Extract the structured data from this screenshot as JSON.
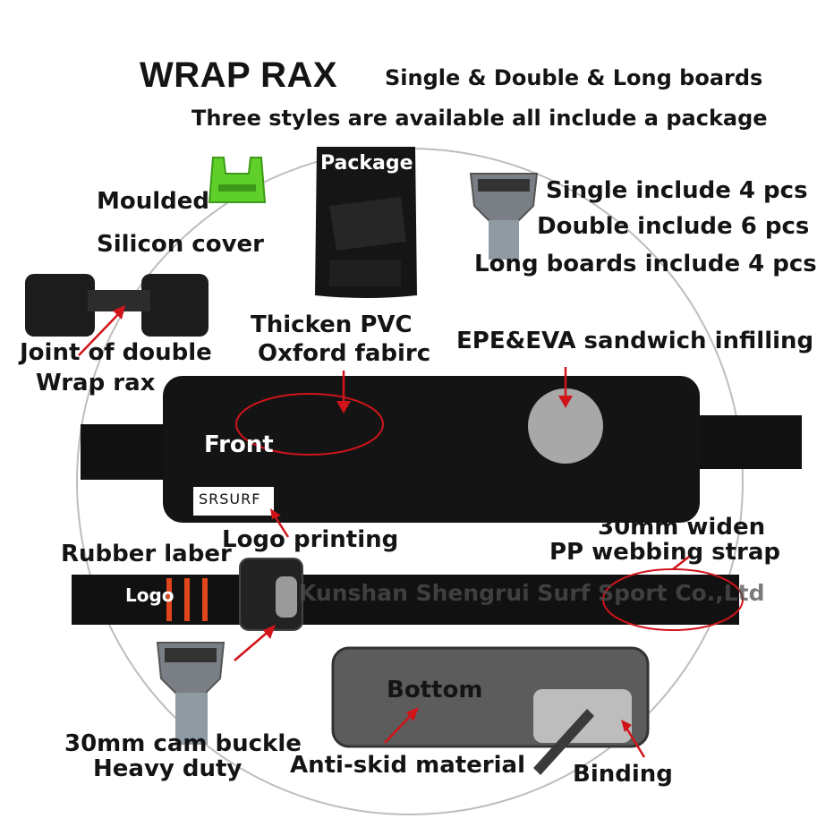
{
  "title": "WRAP RAX",
  "subtitle_line1": "Single & Double & Long boards",
  "subtitle_line2": "Three styles are available all include a package",
  "package_label": "Package",
  "moulded_label": "Moulded",
  "silicon_label": "Silicon cover",
  "count_single": "Single include 4 pcs",
  "count_double": "Double include 6 pcs",
  "count_long": "Long boards include 4 pcs",
  "joint_line1": "Joint of double",
  "joint_line2": "Wrap rax",
  "pvc_line1": "Thicken PVC",
  "pvc_line2": "Oxford fabirc",
  "epe_label": "EPE&EVA sandwich infilling",
  "front_label": "Front",
  "brand_logo": "SRSURF",
  "logo_printing": "Logo printing",
  "webbing_line1": "30mm widen",
  "webbing_line2": "PP webbing strap",
  "rubber_label": "Rubber laber",
  "logo_tag": "Logo",
  "watermark": "Kunshan Shengrui Surf Sport Co.,Ltd",
  "bottom_label": "Bottom",
  "cam_line1": "30mm cam buckle",
  "cam_line2": "Heavy duty",
  "antiskid_label": "Anti-skid material",
  "binding_label": "Binding"
}
